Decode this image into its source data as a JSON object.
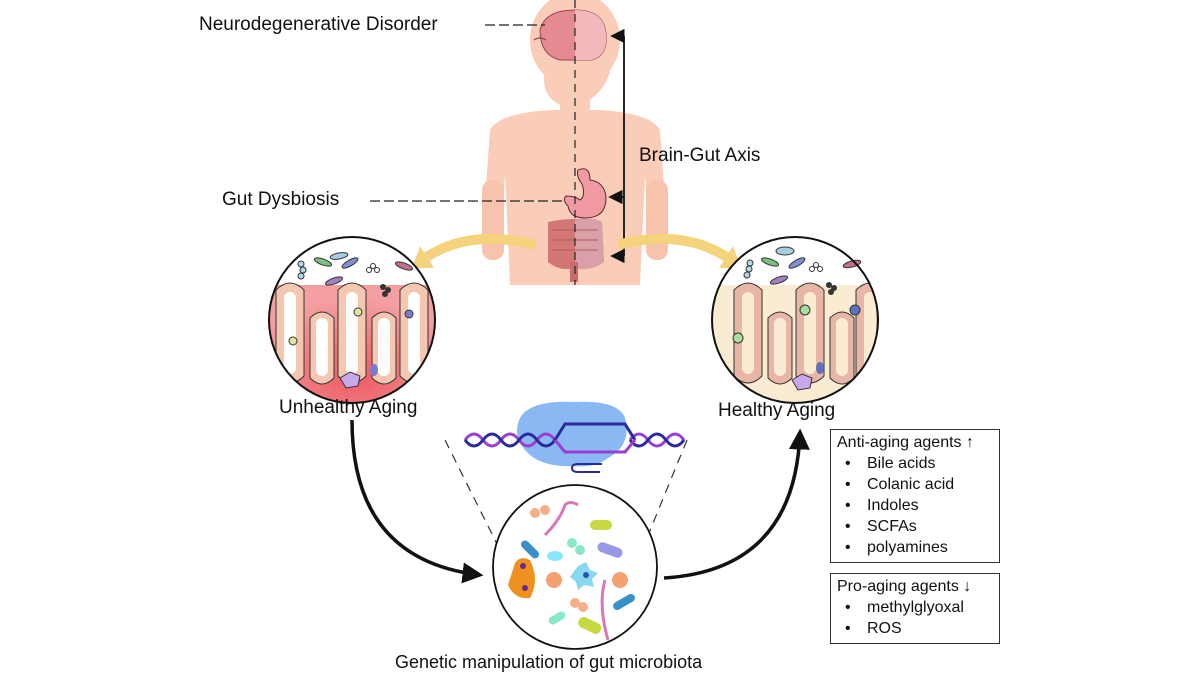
{
  "labels": {
    "neuro": "Neurodegenerative Disorder",
    "dysbiosis": "Gut Dysbiosis",
    "axis": "Brain-Gut Axis",
    "unhealthy": "Unhealthy Aging",
    "healthy": "Healthy Aging",
    "manipulation": "Genetic manipulation of gut microbiota"
  },
  "anti_aging": {
    "title": "Anti-aging agents ↑",
    "items": [
      "Bile acids",
      "Colanic acid",
      "Indoles",
      "SCFAs",
      "polyamines"
    ]
  },
  "pro_aging": {
    "title": "Pro-aging agents ↓",
    "items": [
      "methylglyoxal",
      "ROS"
    ]
  },
  "colors": {
    "skin": "#f9cdb8",
    "brain": "#d9707a",
    "unhealthy_tissue": "#f08a8a",
    "healthy_tissue": "#faecd2",
    "arrow_yellow": "#f5d37c",
    "crispr_blue": "#8ab8f2",
    "dna_purple": "#9b3fd0",
    "dna_navy": "#2a2a9a"
  }
}
